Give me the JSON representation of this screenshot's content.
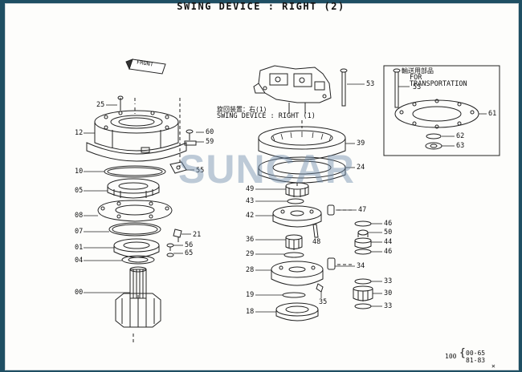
{
  "title": "SWING DEVICE : RIGHT (2)",
  "front_marker": "FRONT",
  "inset": {
    "jp": "輸送用部品",
    "line1": "FOR",
    "line2": "TRANSPORTATION"
  },
  "reference": {
    "jp": "旋回装置：右(1)",
    "en": "SWING DEVICE : RIGHT (1)"
  },
  "watermark": "SUNCAR",
  "page_code": {
    "page": "100",
    "line1": "00-65",
    "line2": "81-83",
    "mark": "✕"
  },
  "callouts_left": [
    "25",
    "12",
    "60",
    "59",
    "10",
    "55",
    "05",
    "08",
    "07",
    "21",
    "01",
    "56",
    "04",
    "65",
    "00"
  ],
  "callouts_right": [
    "53",
    "61",
    "53",
    "62",
    "63",
    "39",
    "24",
    "49",
    "43",
    "47",
    "42",
    "46",
    "50",
    "48",
    "44",
    "36",
    "46",
    "29",
    "34",
    "28",
    "33",
    "30",
    "19",
    "35",
    "33",
    "18"
  ],
  "colors": {
    "background": "#1f4f63",
    "paper": "#fdfdfb",
    "ink": "#111111",
    "watermark": "#6e8caa"
  }
}
